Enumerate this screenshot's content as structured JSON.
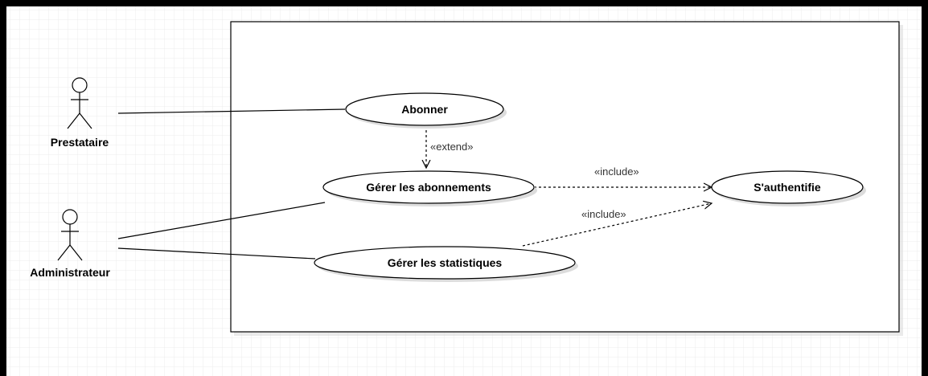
{
  "diagram": {
    "actors": [
      {
        "id": "prestataire",
        "label": "Prestataire"
      },
      {
        "id": "administrateur",
        "label": "Administrateur"
      }
    ],
    "use_cases": [
      {
        "id": "abonner",
        "label": "Abonner"
      },
      {
        "id": "gerer-abonnements",
        "label": "Gérer les abonnements"
      },
      {
        "id": "gerer-statistiques",
        "label": "Gérer les statistiques"
      },
      {
        "id": "authentifier",
        "label": "S'authentifie"
      }
    ],
    "relations": [
      {
        "type": "association",
        "from": "prestataire",
        "to": "abonner"
      },
      {
        "type": "association",
        "from": "administrateur",
        "to": "gerer-abonnements"
      },
      {
        "type": "association",
        "from": "administrateur",
        "to": "gerer-statistiques"
      },
      {
        "type": "extend",
        "from": "abonner",
        "to": "gerer-abonnements",
        "label": "«extend»"
      },
      {
        "type": "include",
        "from": "gerer-abonnements",
        "to": "authentifier",
        "label": "«include»"
      },
      {
        "type": "include",
        "from": "gerer-statistiques",
        "to": "authentifier",
        "label": "«include»"
      }
    ]
  },
  "colors": {
    "frame": "#000000",
    "canvas": "#ffffff",
    "grid": "#ececec",
    "line": "#000000",
    "shadow": "#d9d9d9"
  }
}
